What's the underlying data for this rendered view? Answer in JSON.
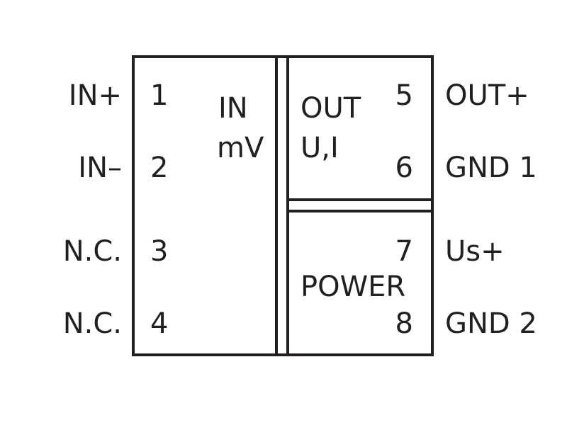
{
  "input_block": {
    "title_line1": "IN",
    "title_line2": "mV"
  },
  "output_block": {
    "title_line1": "OUT",
    "title_line2": "U,I"
  },
  "power_block": {
    "title": "POWER"
  },
  "left_pins": [
    {
      "number": "1",
      "label": "IN+"
    },
    {
      "number": "2",
      "label": "IN–"
    },
    {
      "number": "3",
      "label": "N.C."
    },
    {
      "number": "4",
      "label": "N.C."
    }
  ],
  "right_pins": [
    {
      "number": "5",
      "label": "OUT+"
    },
    {
      "number": "6",
      "label": "GND 1"
    },
    {
      "number": "7",
      "label": "Us+"
    },
    {
      "number": "8",
      "label": "GND 2"
    }
  ],
  "colors": {
    "line": "#231f20",
    "background": "#ffffff"
  }
}
